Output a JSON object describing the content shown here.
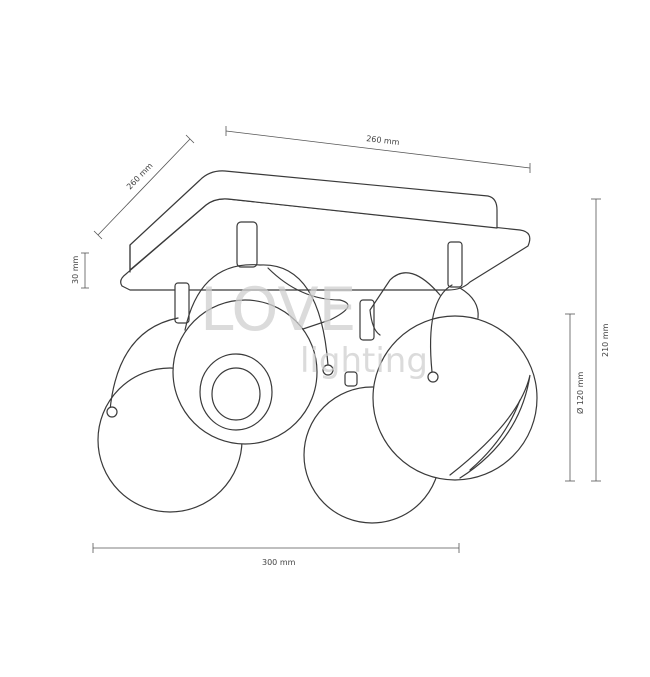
{
  "dimensions": {
    "width_top": "260 mm",
    "depth": "260 mm",
    "plate_height": "30 mm",
    "total_height": "210 mm",
    "shade_diameter": "Ø 120 mm",
    "total_width": "300 mm"
  },
  "watermark": {
    "line1": "LOVE",
    "line2": "lighting"
  },
  "colors": {
    "line": "#3a3a3a",
    "background": "#ffffff"
  }
}
